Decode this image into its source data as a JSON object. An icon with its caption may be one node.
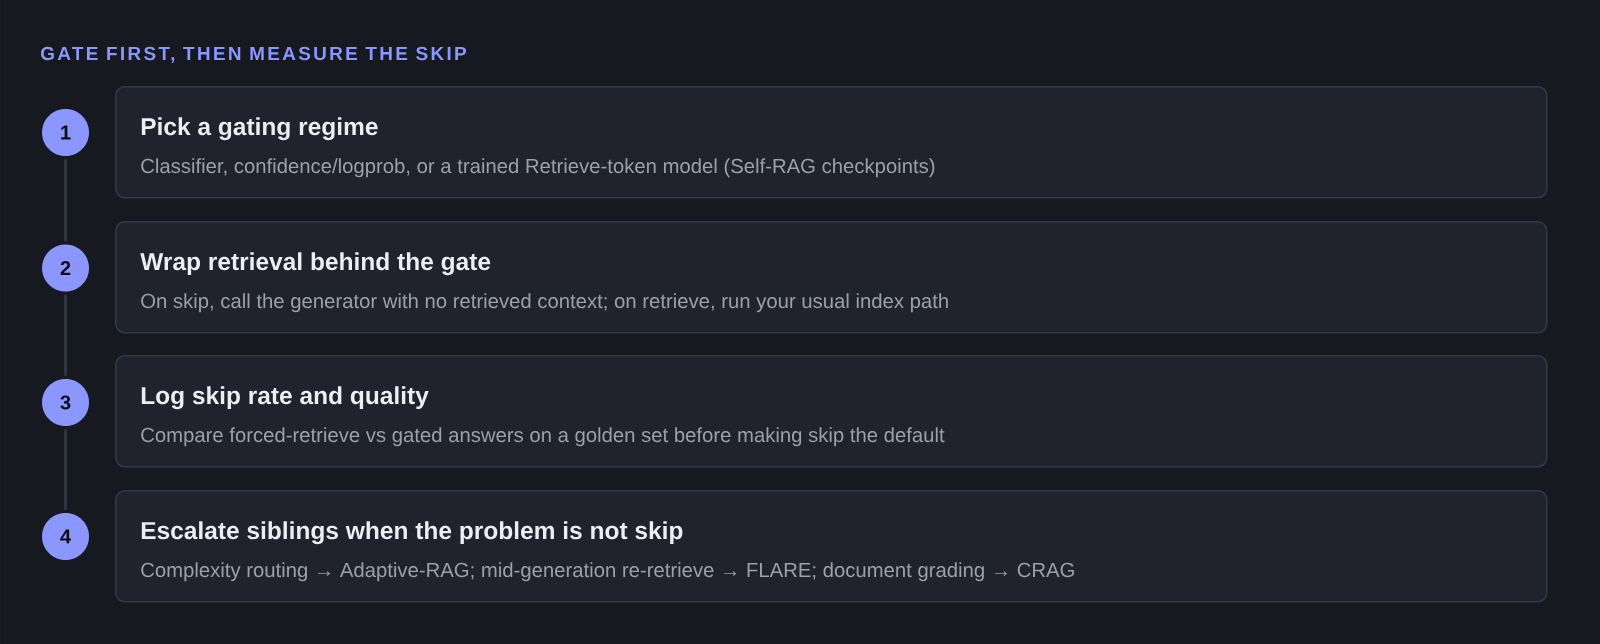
{
  "diagram": {
    "title": "GATE FIRST, THEN MEASURE THE SKIP",
    "nodes": [
      {
        "text": [
          "1"
        ]
      },
      {
        "text": [
          "Pick a gating regime",
          "Classifier, confidence/logprob, or a trained Retrieve-token model (Self-RAG checkpoints)"
        ]
      },
      {
        "text": [
          "2"
        ]
      },
      {
        "text": [
          "Wrap retrieval behind the gate",
          "On skip, call the generator with no retrieved context; on retrieve, run your usual index path"
        ]
      },
      {
        "text": [
          "3"
        ]
      },
      {
        "text": [
          "Log skip rate and quality",
          "Compare forced-retrieve vs gated answers on a golden set before making skip the default"
        ]
      },
      {
        "text": [
          "4"
        ]
      },
      {
        "text": [
          "Escalate siblings when the problem is not skip",
          "Complexity routing → Adaptive-RAG; mid-generation re-retrieve → FLARE; document grading → CRAG"
        ]
      }
    ],
    "edges": [
      {
        "from": 0,
        "to": 2,
        "arrow": "none"
      },
      {
        "from": 2,
        "to": 4,
        "arrow": "none"
      },
      {
        "from": 4,
        "to": 6,
        "arrow": "none"
      }
    ]
  }
}
